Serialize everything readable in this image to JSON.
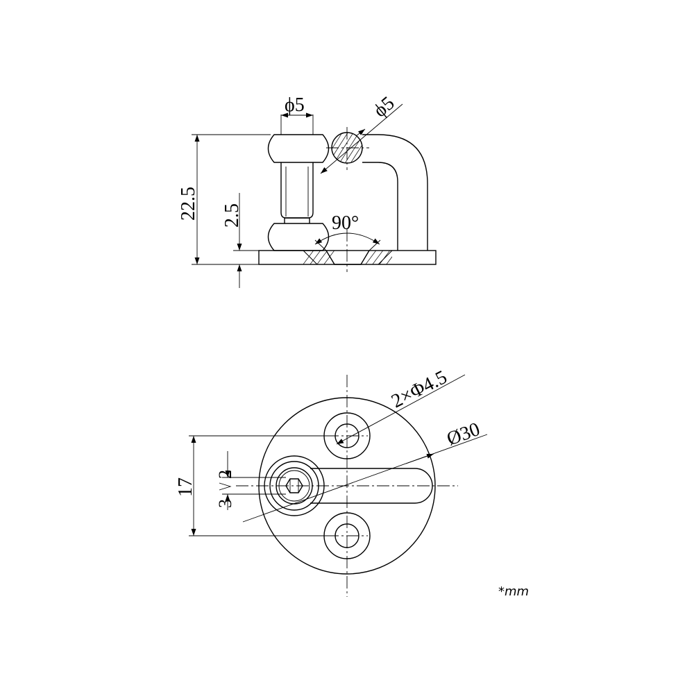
{
  "side_view": {
    "dim_rod_diameter": "ϕ5",
    "dim_bend_diameter": "ϕ5",
    "dim_height": "22.5",
    "dim_plate_thickness": "2.5",
    "dim_countersink_angle": "90°"
  },
  "top_view": {
    "dim_holes": "2×Φ4.5",
    "dim_plate_diameter": "Ø30",
    "dim_hole_spacing": "17",
    "dim_slot_width": "3",
    "dim_slot_offset": "2"
  },
  "unit_note": "*mm"
}
